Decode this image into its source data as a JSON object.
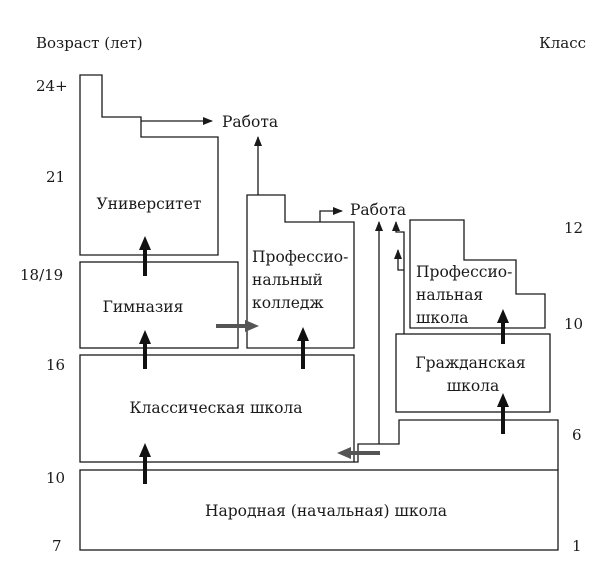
{
  "axis": {
    "left_title": "Возраст (лет)",
    "right_title": "Класс",
    "left_ticks": [
      "24+",
      "21",
      "18/19",
      "16",
      "10",
      "7"
    ],
    "right_ticks": [
      "12",
      "10",
      "6",
      "1"
    ]
  },
  "boxes": {
    "university": "Университет",
    "gymnasium": "Гимназия",
    "classical": "Классическая школа",
    "folk": "Народная (начальная) школа",
    "college": [
      "Профессио-",
      "нальный",
      "колледж"
    ],
    "civic": [
      "Гражданская",
      "школа"
    ],
    "vocational": [
      "Профессио-",
      "нальная",
      "школа"
    ]
  },
  "work_label_1": "Работа",
  "work_label_2": "Работа"
}
